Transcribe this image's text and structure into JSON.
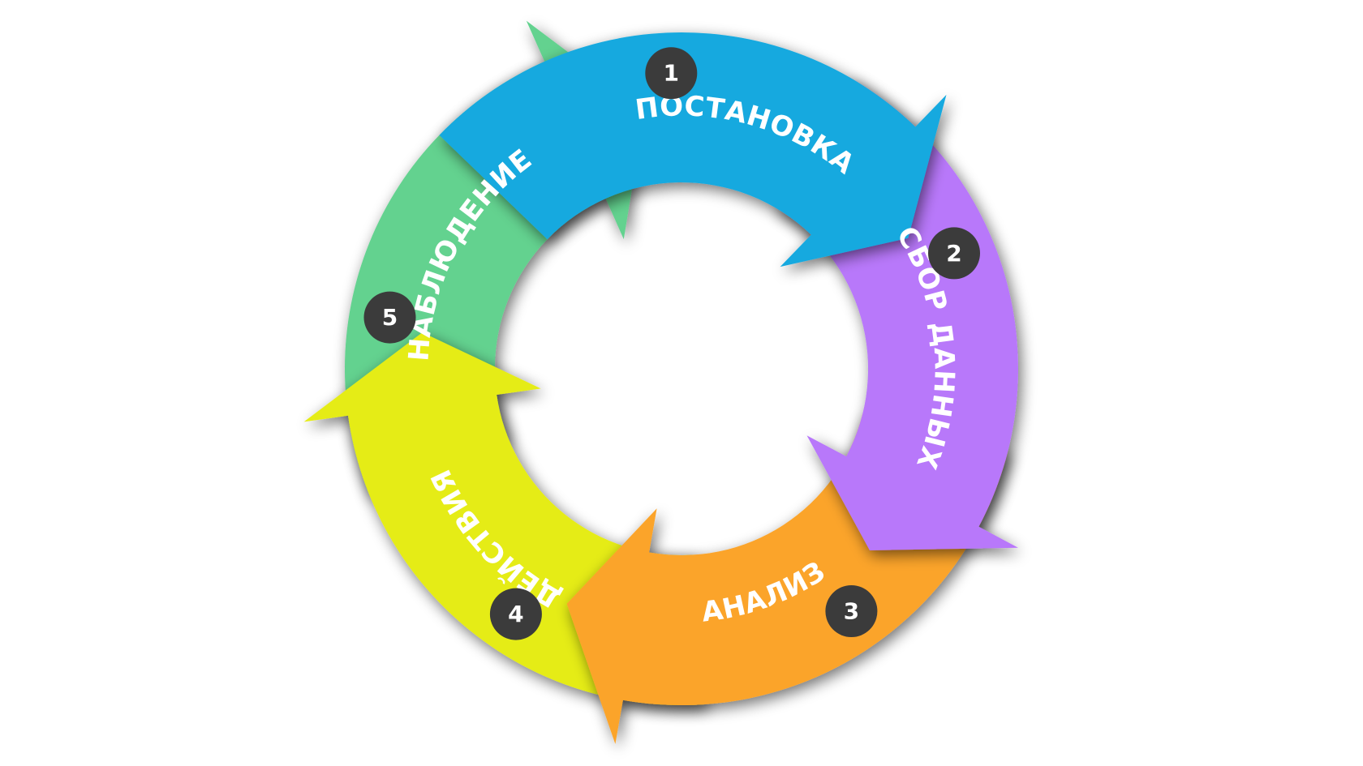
{
  "diagram": {
    "type": "cycle",
    "colors": {
      "text": "#ffffff",
      "badge_fill": "#3b3b3b",
      "badge_text": "#ffffff"
    },
    "steps": [
      {
        "number": "1",
        "label": "ПОСТАНОВКА",
        "color": "#18a9df"
      },
      {
        "number": "2",
        "label": "СБОР ДАННЫХ",
        "color": "#b878fa"
      },
      {
        "number": "3",
        "label": "АНАЛИЗ",
        "color": "#fba42b"
      },
      {
        "number": "4",
        "label": "ДЕЙСТВИЯ",
        "color": "#e5ec13"
      },
      {
        "number": "5",
        "label": "НАБЛЮДЕНИЕ",
        "color": "#64d28f"
      }
    ]
  }
}
